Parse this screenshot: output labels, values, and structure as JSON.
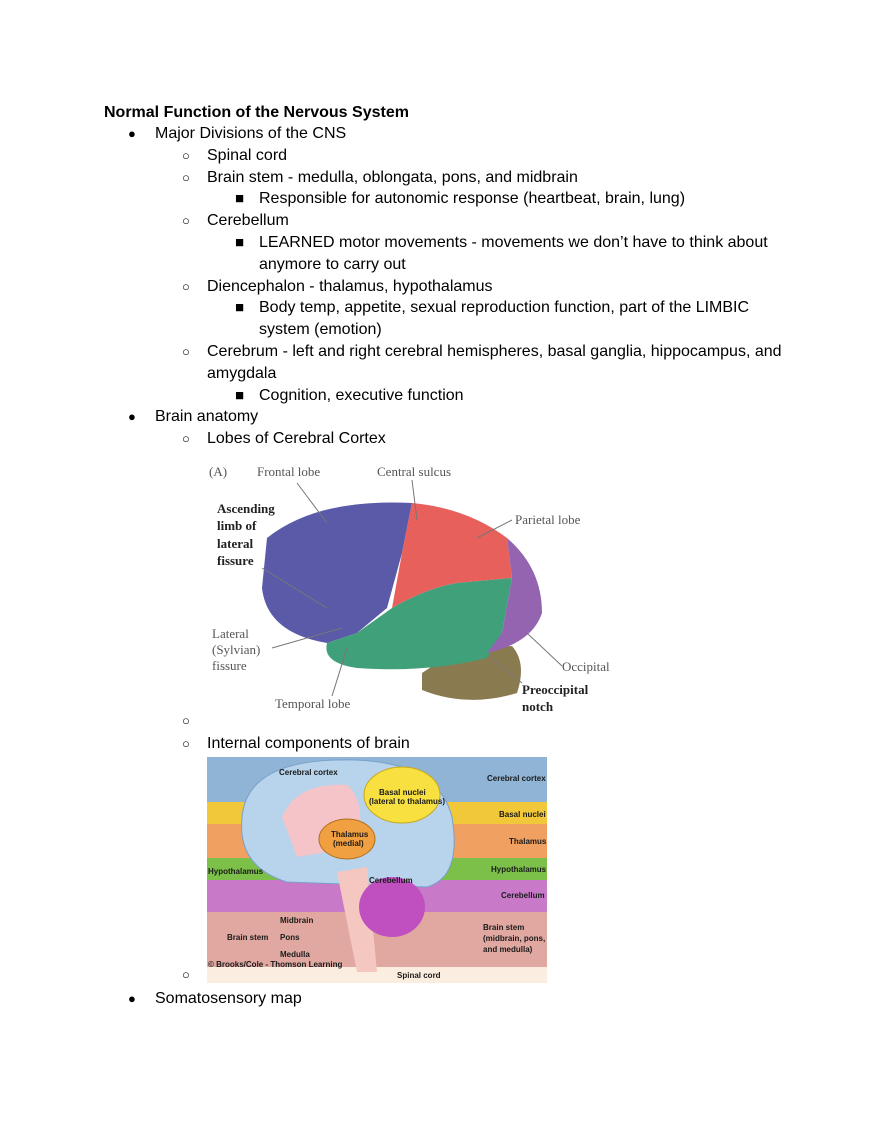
{
  "heading": "Normal Function of the Nervous System",
  "items": [
    {
      "level": 1,
      "text": "Major Divisions of the CNS"
    },
    {
      "level": 2,
      "text": "Spinal cord"
    },
    {
      "level": 2,
      "text": "Brain stem - medulla, oblongata, pons, and midbrain"
    },
    {
      "level": 3,
      "text": "Responsible for autonomic response (heartbeat, brain, lung)"
    },
    {
      "level": 2,
      "text": "Cerebellum"
    },
    {
      "level": 3,
      "text": "LEARNED motor movements - movements we don’t have to think about"
    },
    {
      "level": 3,
      "text": "anymore to carry out",
      "cont": true
    },
    {
      "level": 2,
      "text": "Diencephalon - thalamus, hypothalamus"
    },
    {
      "level": 3,
      "text": "Body temp, appetite, sexual reproduction function, part of the LIMBIC"
    },
    {
      "level": 3,
      "text": "system (emotion)",
      "cont": true
    },
    {
      "level": 2,
      "text": "Cerebrum - left and right cerebral hemispheres, basal ganglia, hippocampus, and"
    },
    {
      "level": 2,
      "text": "amygdala",
      "cont": true
    },
    {
      "level": 3,
      "text": "Cognition, executive function"
    },
    {
      "level": 1,
      "text": "Brain anatomy"
    },
    {
      "level": 2,
      "text": "Lobes of Cerebral Cortex"
    }
  ],
  "empty_item_1": "",
  "internal_label": "Internal components of brain",
  "empty_item_2": "",
  "somatosensory_label": "Somatosensory map",
  "figure_lobes": {
    "panel": "(A)",
    "frontal": "Frontal lobe",
    "central": "Central sulcus",
    "parietal": "Parietal lobe",
    "ascending": [
      "Ascending",
      "limb of",
      "lateral",
      "fissure"
    ],
    "lateral": [
      "Lateral",
      "(Sylvian)",
      "fissure"
    ],
    "temporal": "Temporal lobe",
    "occipital": "Occipital",
    "preoccipital": [
      "Preoccipital",
      "notch"
    ]
  },
  "figure_internal": {
    "cortex": "Cerebral cortex",
    "basal": [
      "Basal nuclei",
      "(lateral to thalamus)"
    ],
    "thalamus": [
      "Thalamus",
      "(medial)"
    ],
    "hypothalamus": "Hypothalamus",
    "cerebellum": "Cerebellum",
    "midbrain": "Midbrain",
    "pons": "Pons",
    "medulla": "Medulla",
    "brainstem": "Brain stem",
    "spinal": "Spinal cord",
    "credit": "© Brooks/Cole - Thomson Learning",
    "legend": [
      "Cerebral cortex",
      "Basal nuclei",
      "Thalamus",
      "Hypothalamus",
      "Cerebellum"
    ],
    "legend_brainstem": [
      "Brain stem",
      "(midbrain, pons,",
      "and medulla)"
    ]
  },
  "colors": {
    "frontal": "#5a5aa8",
    "parietal": "#e8605c",
    "temporal": "#3fa07a",
    "occipital": "#9464b0",
    "cerebellum": "#8a7a50"
  }
}
